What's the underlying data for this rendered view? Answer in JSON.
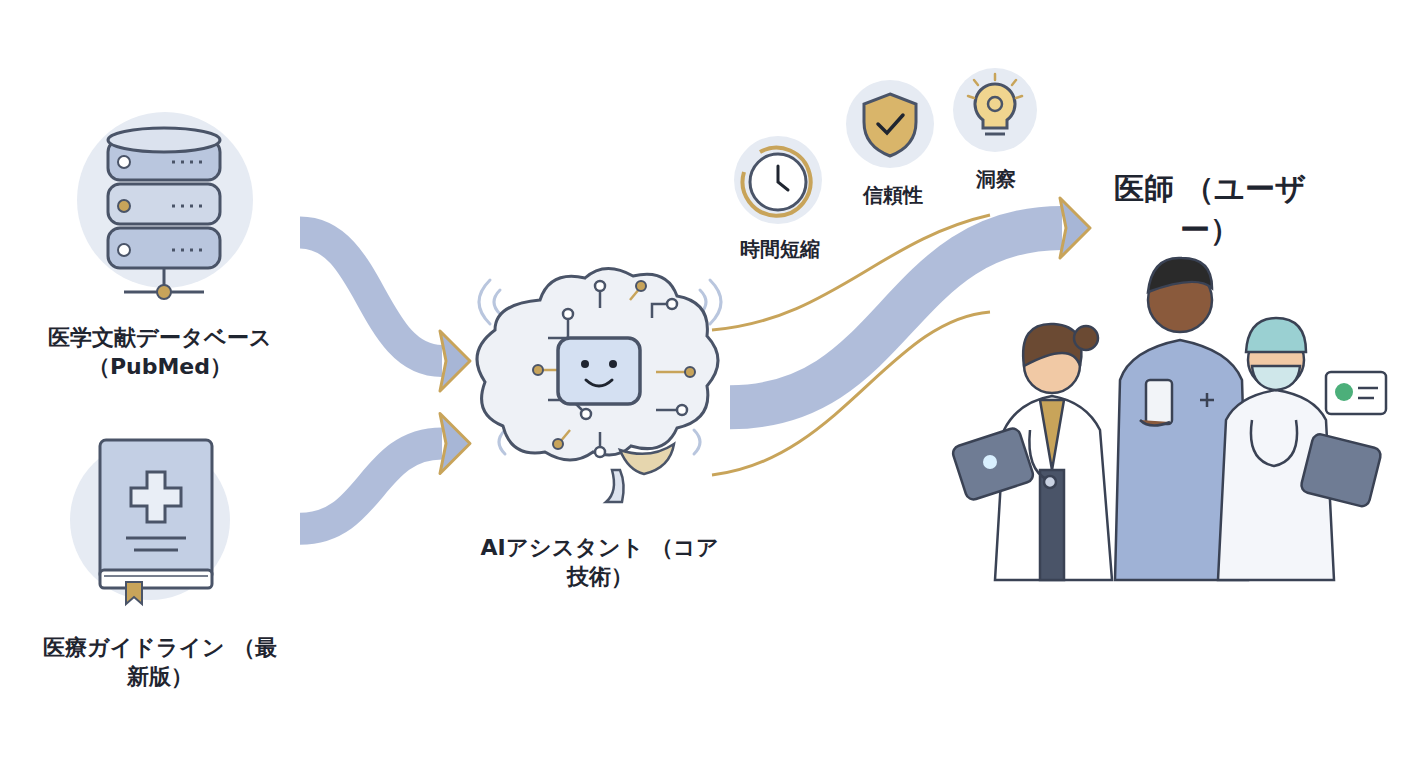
{
  "diagram": {
    "nodes": [
      {
        "text": [
          "医学文献データベース （PubMed）"
        ]
      },
      {
        "text": [
          "医療ガイドライン （最新版）"
        ]
      },
      {
        "text": [
          "AIアシスタント （コア技術）"
        ]
      },
      {
        "text": [
          "医師 （ユーザー）"
        ]
      }
    ],
    "edges": [
      {
        "from": 0,
        "to": 2,
        "arrow": "to"
      },
      {
        "from": 1,
        "to": 2,
        "arrow": "to"
      },
      {
        "from": 2,
        "to": 3,
        "arrow": "to"
      }
    ],
    "labels": [
      "時間短縮",
      "信頼性",
      "洞察"
    ]
  }
}
